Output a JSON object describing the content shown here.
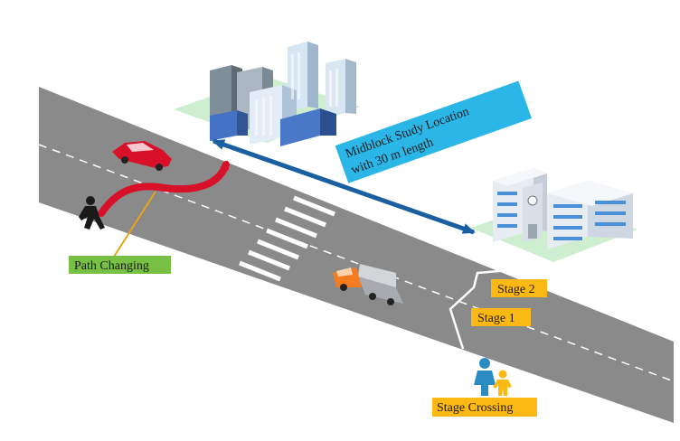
{
  "labels": {
    "midblock_line1": "Midblock Study Location",
    "midblock_line2": "with 30 m length",
    "path_changing": "Path Changing",
    "stage1": "Stage 1",
    "stage2": "Stage 2",
    "stage_crossing": "Stage Crossing"
  },
  "colors": {
    "road": "#8a8a8a",
    "banner": "#2bb6e8",
    "path_label": "#77c043",
    "stage_label": "#fcb813",
    "arrow_red": "#d8102a",
    "arrow_blue": "#1b5fa3",
    "grass": "#cdeecf"
  },
  "icons": [
    "pedestrian-icon",
    "car-icon",
    "truck-icon",
    "city-buildings-icon",
    "school-building-icon",
    "family-pedestrian-icon"
  ]
}
